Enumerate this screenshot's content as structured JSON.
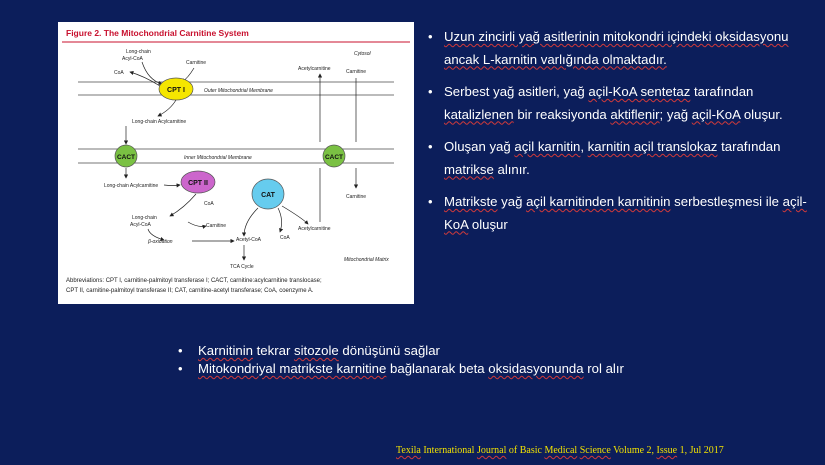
{
  "figure": {
    "title": "Figure 2. The Mitochondrial Carnitine System",
    "cytosol": "Cytosol",
    "outer_membrane": "Outer Mitochondrial Membrane",
    "inner_membrane": "Inner Mitochondrial Membrane",
    "matrix": "Mitochondrial Matrix",
    "cpt1": "CPT I",
    "cpt2": "CPT II",
    "cact": "CACT",
    "cact2": "CACT",
    "cat": "CAT",
    "lc_acylcoa_1": "Long-chain",
    "lc_acylcoa_2": "Acyl-CoA",
    "coa_1": "CoA",
    "carnitine_1": "Carnitine",
    "lc_acylcarnitine_1": "Long-chain Acylcarnitine",
    "lc_acylcarnitine_2": "Long-chain Acylcarnitine",
    "coa_2": "CoA",
    "lc_acylcoa_3": "Long-chain",
    "lc_acylcoa_4": "Acyl-CoA",
    "carnitine_2": "Carnitine",
    "beta_oxidation": "β-oxidation",
    "acetylcoa": "Acetyl-CoA",
    "coa_3": "CoA",
    "acetylcarnitine_m": "Acetylcarnitine",
    "tca": "TCA Cycle",
    "acetylcarnitine_c": "Acetylcarnitine",
    "carnitine_c": "Carnitine",
    "carnitine_bottom": "Carnitine",
    "abbrev_1": "Abbreviations: CPT I, carnitine-palmitoyl transferase I; CACT, carnitine:acylcarnitine translocase;",
    "abbrev_2": "CPT II, carnitine-palmitoyl transferase II; CAT, carnitine-acetyl transferase; CoA, coenzyme A."
  },
  "bullets": [
    {
      "parts": [
        {
          "t": "Uzun zincirli yağ asitlerinin mitokondri içindeki oksidasyonu ancak L-karnitin varlığında olmaktadır.",
          "u": true
        }
      ]
    },
    {
      "parts": [
        {
          "t": "Serbest yağ asitleri, yağ ",
          "u": false
        },
        {
          "t": "açil-KoA sentetaz",
          "u": true
        },
        {
          "t": " tarafından ",
          "u": false
        },
        {
          "t": "katalizlenen",
          "u": true
        },
        {
          "t": " bir reaksiyonda ",
          "u": false
        },
        {
          "t": "aktiflenir",
          "u": true
        },
        {
          "t": "; yağ ",
          "u": false
        },
        {
          "t": "açil-KoA",
          "u": true
        },
        {
          "t": " oluşur.",
          "u": false
        }
      ]
    },
    {
      "parts": [
        {
          "t": "Oluşan yağ ",
          "u": false
        },
        {
          "t": "açil karnitin",
          "u": true
        },
        {
          "t": ",  ",
          "u": false
        },
        {
          "t": "karnitin açil translokaz",
          "u": true
        },
        {
          "t": " tarafından ",
          "u": false
        },
        {
          "t": "matrikse",
          "u": true
        },
        {
          "t": " alınır.",
          "u": false
        }
      ]
    },
    {
      "parts": [
        {
          "t": "Matrikste",
          "u": true
        },
        {
          "t": " yağ ",
          "u": false
        },
        {
          "t": "açil karnitinden karnitinin",
          "u": true
        },
        {
          "t": " serbestleşmesi ile ",
          "u": false
        },
        {
          "t": "açil-KoA",
          "u": true
        },
        {
          "t": " oluşur",
          "u": false
        }
      ]
    }
  ],
  "bottom_bullets": [
    {
      "parts": [
        {
          "t": "Karnitinin",
          "u": true
        },
        {
          "t": " tekrar ",
          "u": false
        },
        {
          "t": "sitozole",
          "u": true
        },
        {
          "t": " dönüşünü sağlar",
          "u": false
        }
      ]
    },
    {
      "parts": [
        {
          "t": "Mitokondriyal matrikste karnitine",
          "u": true
        },
        {
          "t": " bağlanarak beta ",
          "u": false
        },
        {
          "t": "oksidasyonunda",
          "u": true
        },
        {
          "t": " rol alır",
          "u": false
        }
      ]
    }
  ],
  "citation": {
    "parts": [
      {
        "t": "Texila",
        "u": true
      },
      {
        "t": " International ",
        "u": false
      },
      {
        "t": "Journal",
        "u": true
      },
      {
        "t": " of Basic ",
        "u": false
      },
      {
        "t": "Medical",
        "u": true
      },
      {
        "t": " ",
        "u": false
      },
      {
        "t": "Science",
        "u": true
      },
      {
        "t": " Volume 2, ",
        "u": false
      },
      {
        "t": "Issue",
        "u": true
      },
      {
        "t": " 1, Jul 2017",
        "u": false
      }
    ]
  },
  "colors": {
    "background": "#0c1e5b",
    "title_red": "#c8102e",
    "cpt1": "#f5e600",
    "cact": "#7ac143",
    "cpt2": "#cc66cc",
    "cat": "#66ccee",
    "citation": "#f2e200",
    "spell_underline": "#d23a3a"
  }
}
